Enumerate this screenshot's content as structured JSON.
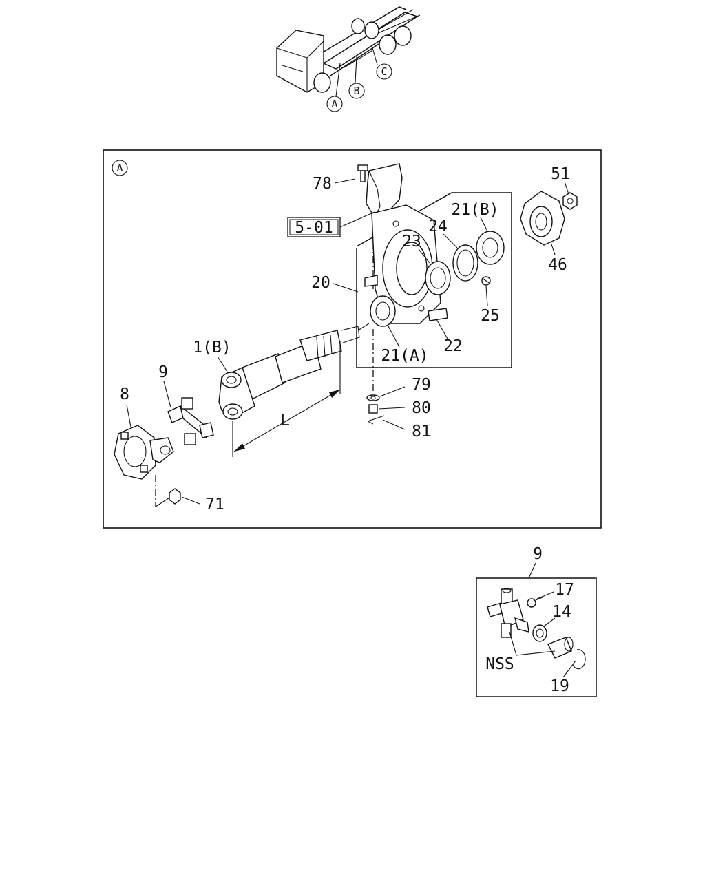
{
  "overview": {
    "locators": [
      {
        "id": "loc_a",
        "text": "A"
      },
      {
        "id": "loc_b",
        "text": "B"
      },
      {
        "id": "loc_c",
        "text": "C"
      }
    ]
  },
  "main_view": {
    "view_marker": "A",
    "ref_box": "5-01",
    "dimension_label": "L",
    "callouts": [
      {
        "key": "c78",
        "text": "78"
      },
      {
        "key": "c51",
        "text": "51"
      },
      {
        "key": "c21b",
        "text": "21(B)"
      },
      {
        "key": "c24",
        "text": "24"
      },
      {
        "key": "c23",
        "text": "23"
      },
      {
        "key": "c46",
        "text": "46"
      },
      {
        "key": "c20",
        "text": "20"
      },
      {
        "key": "c25",
        "text": "25"
      },
      {
        "key": "c22",
        "text": "22"
      },
      {
        "key": "c21a",
        "text": "21(A)"
      },
      {
        "key": "c1b",
        "text": "1(B)"
      },
      {
        "key": "c9",
        "text": "9"
      },
      {
        "key": "c8",
        "text": "8"
      },
      {
        "key": "c79",
        "text": "79"
      },
      {
        "key": "c80",
        "text": "80"
      },
      {
        "key": "c81",
        "text": "81"
      },
      {
        "key": "c71",
        "text": "71"
      }
    ]
  },
  "detail_view": {
    "title": "9",
    "callouts": [
      {
        "key": "d17",
        "text": "17"
      },
      {
        "key": "d14",
        "text": "14"
      },
      {
        "key": "dnss",
        "text": "NSS"
      },
      {
        "key": "d19",
        "text": "19"
      }
    ]
  }
}
